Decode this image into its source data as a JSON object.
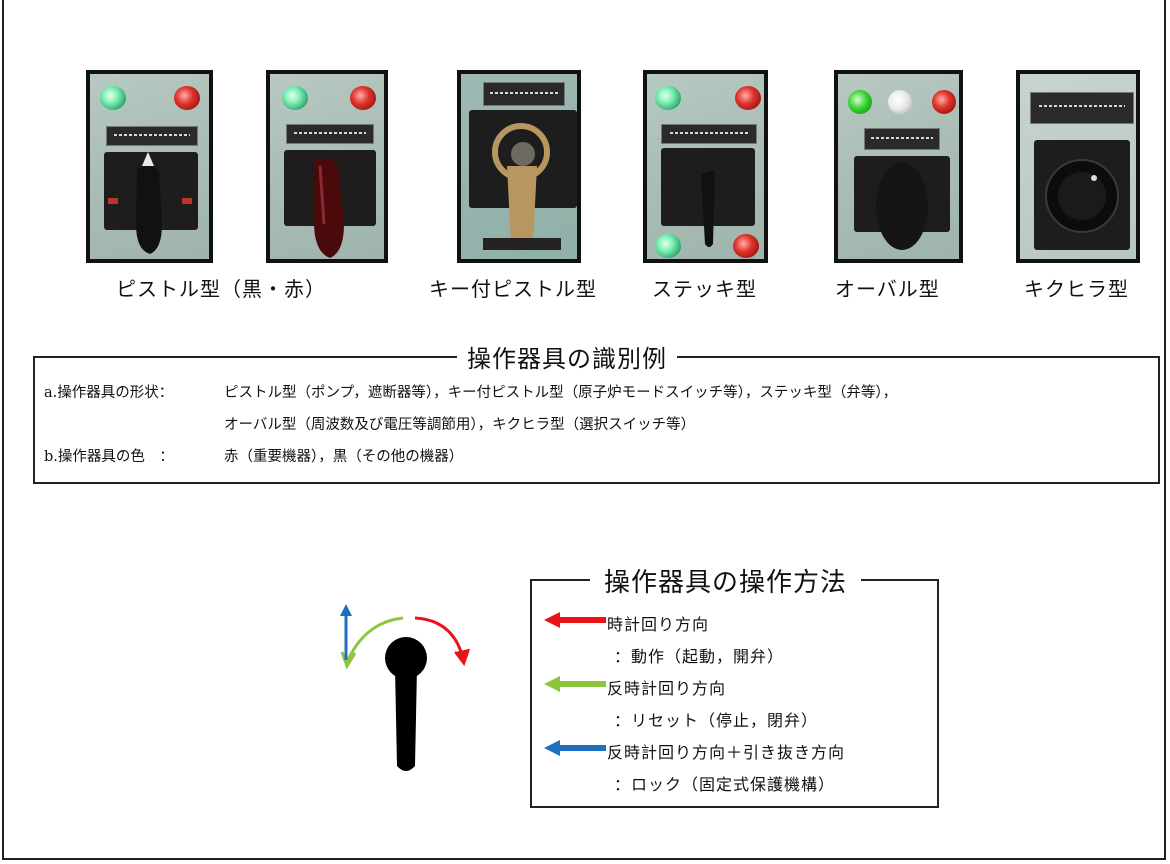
{
  "photos": [
    {
      "caption": "ピストル型（黒・赤）"
    },
    {
      "caption": "キー付ピストル型"
    },
    {
      "caption": "ステッキ型"
    },
    {
      "caption": "オーバル型"
    },
    {
      "caption": "キクヒラ型"
    }
  ],
  "identification": {
    "title": "操作器具の識別例",
    "shape_label": "a.操作器具の形状：",
    "shape_text_1": "ピストル型（ポンプ，遮断器等），キー付ピストル型（原子炉モードスイッチ等），ステッキ型（弁等），",
    "shape_text_2": "オーバル型（周波数及び電圧等調節用），キクヒラ型（選択スイッチ等）",
    "color_label": "b.操作器具の色　：",
    "color_text": "赤（重要機器），黒（その他の機器）"
  },
  "operation": {
    "title": "操作器具の操作方法",
    "items": [
      {
        "direction": "時計回り方向",
        "meaning": "：動作（起動，開弁）",
        "color": "#e8141a"
      },
      {
        "direction": "反時計回り方向",
        "meaning": "：リセット（停止，閉弁）",
        "color": "#8cc63f"
      },
      {
        "direction": "反時計回り方向＋引き抜き方向",
        "meaning": "：ロック（固定式保護機構）",
        "color": "#1f6fc0"
      }
    ]
  },
  "colors": {
    "red_arrow": "#e8141a",
    "green_arrow": "#8cc63f",
    "blue_arrow": "#1f6fc0"
  }
}
